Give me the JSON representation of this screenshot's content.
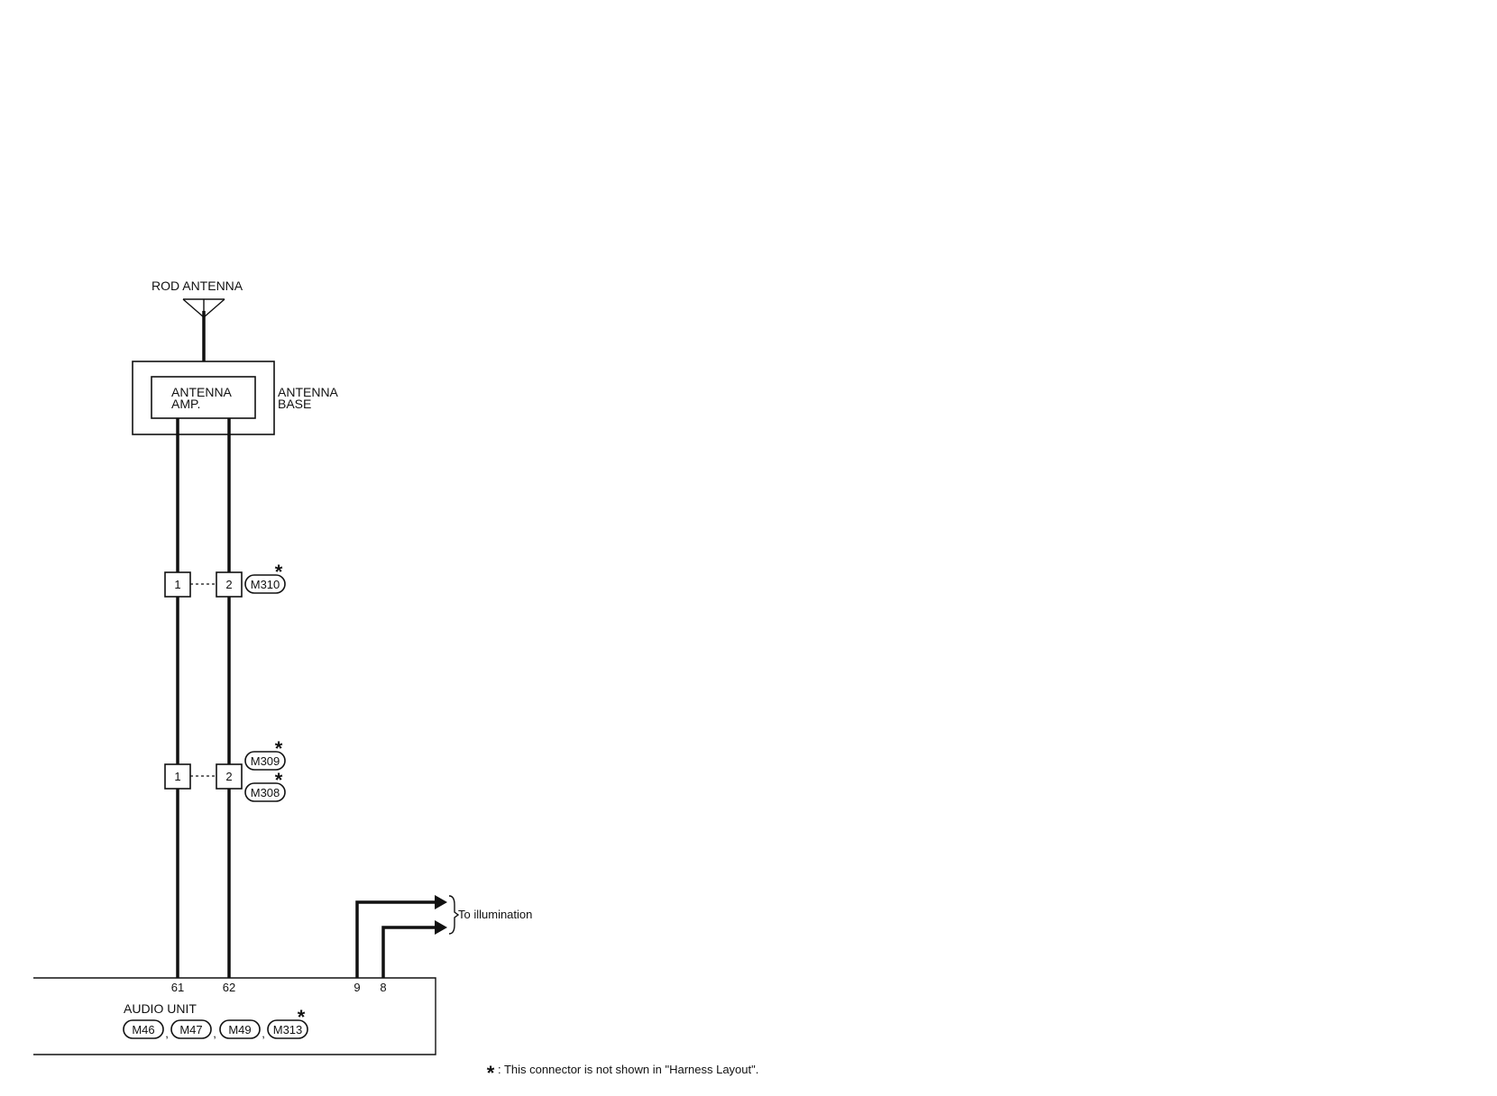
{
  "rod_antenna": {
    "label": "ROD ANTENNA"
  },
  "antenna_base": {
    "label_line1": "ANTENNA",
    "label_line2": "BASE",
    "amp_line1": "ANTENNA",
    "amp_line2": "AMP."
  },
  "connector_upper": {
    "pin_left": "1",
    "pin_right": "2",
    "code": "M310",
    "note_marker": "*"
  },
  "connector_lower": {
    "pin_left": "1",
    "pin_right": "2",
    "code_a": "M309",
    "code_b": "M308",
    "note_marker": "*"
  },
  "illumination": {
    "label": "To illumination"
  },
  "audio_unit": {
    "label": "AUDIO UNIT",
    "pins": [
      "61",
      "62",
      "9",
      "8"
    ],
    "connectors": [
      "M46",
      "M47",
      "M49",
      "M313"
    ],
    "separator": ",",
    "note_marker": "*"
  },
  "footnote": {
    "marker": "*",
    "text": ": This connector is not shown in \"Harness Layout\"."
  }
}
